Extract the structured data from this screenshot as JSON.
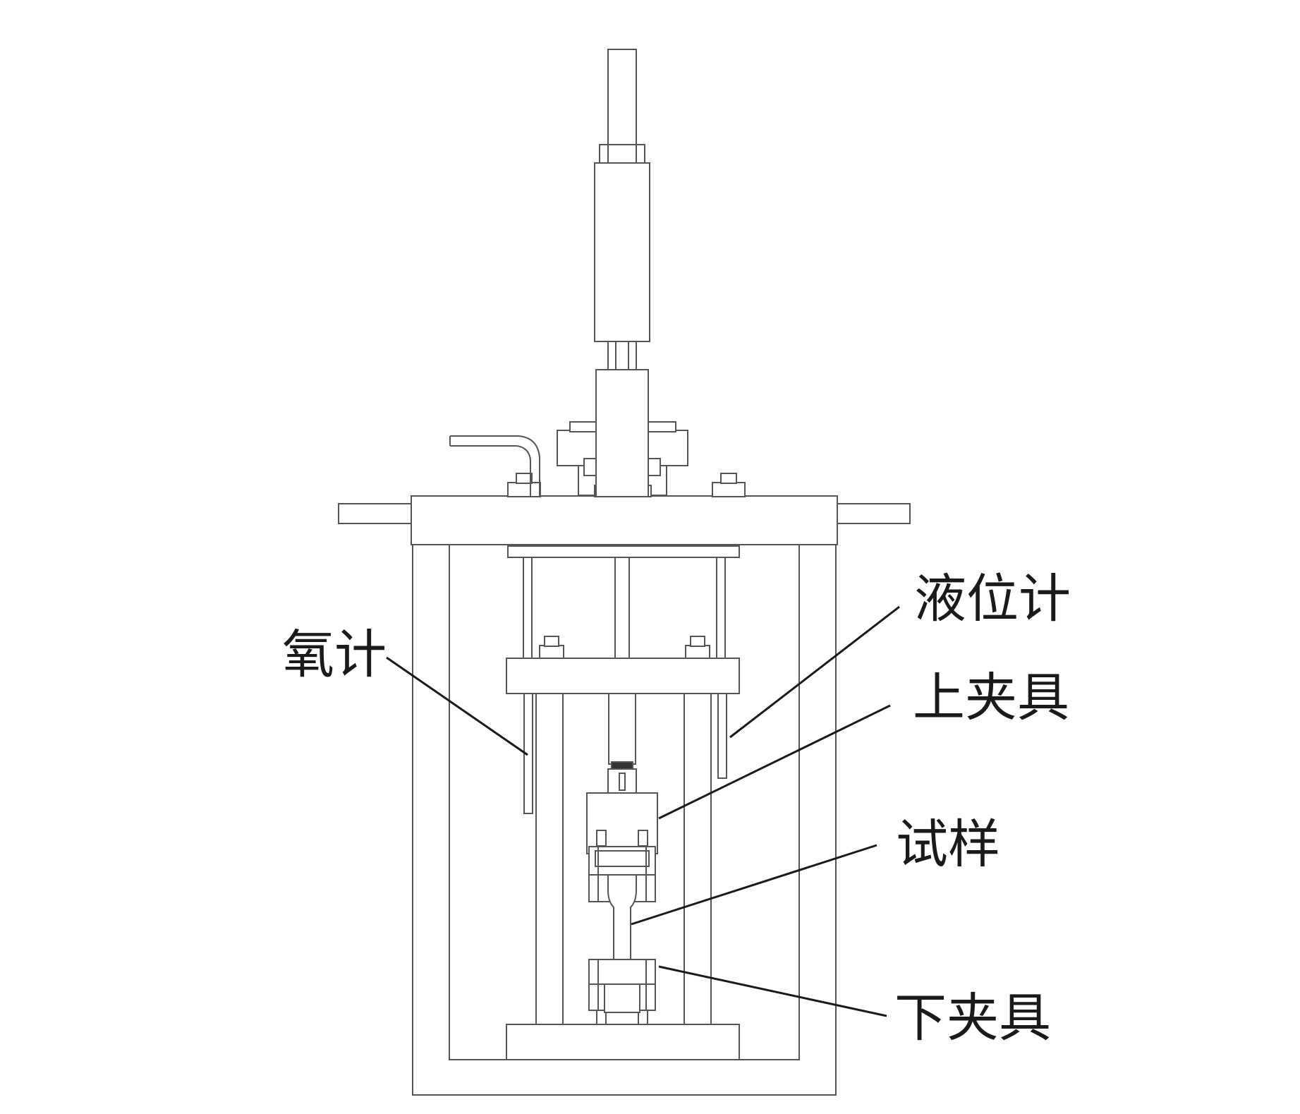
{
  "labels": {
    "oxygen_meter": "氧计",
    "level_gauge": "液位计",
    "upper_fixture": "上夹具",
    "specimen": "试样",
    "lower_fixture": "下夹具"
  },
  "colors": {
    "line": "#555555",
    "leader": "#1a1a1a",
    "text": "#1a1a1a",
    "background": "#ffffff"
  }
}
